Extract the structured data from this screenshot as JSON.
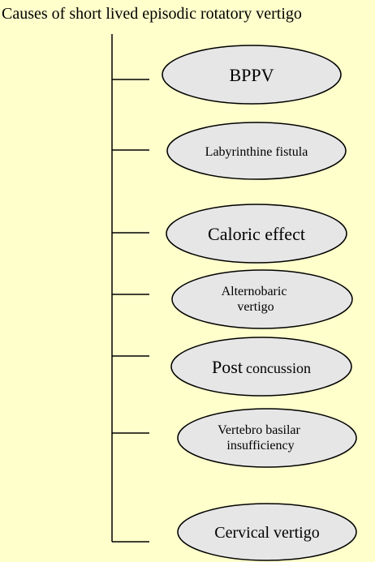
{
  "title": "Causes of short lived episodic rotatory vertigo",
  "colors": {
    "background": "#ffffcc",
    "node_fill": "#e6e6e6",
    "line": "#000000"
  },
  "causes": [
    {
      "label": "BPPV"
    },
    {
      "label": "Labyrinthine fistula"
    },
    {
      "label": "Caloric effect"
    },
    {
      "label": "Alternobaric vertigo"
    },
    {
      "label": "Post concussion"
    },
    {
      "label": "Vertebro basilar insufficiency"
    },
    {
      "label": "Cervical vertigo"
    }
  ]
}
